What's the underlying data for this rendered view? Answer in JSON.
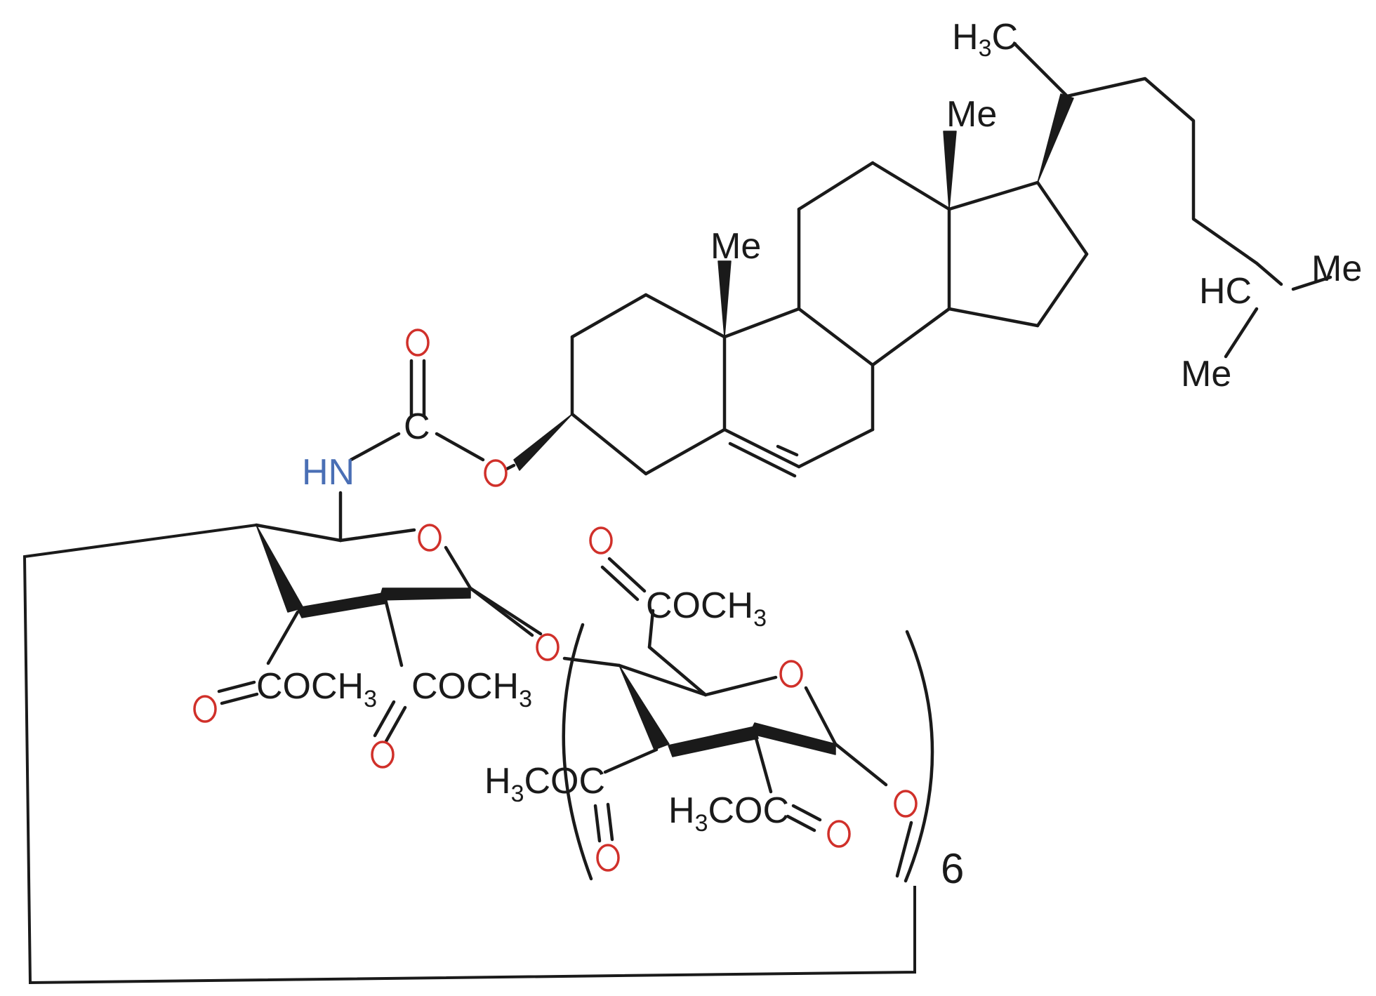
{
  "colors": {
    "bond": "#1a1a1a",
    "oxygen": "#d0302a",
    "nitrogen": "#4a6fb5"
  },
  "labels": {
    "h3c_top": "H",
    "h3c_top_sub": "3",
    "h3c_top_tail": "C",
    "me_c13": "Me",
    "me_c10": "Me",
    "hc": "HC",
    "me_iso1": "Me",
    "me_iso2": "Me",
    "carbamate_c": "C",
    "hn": "HN",
    "acetyl1": "COCH",
    "acetyl1_sub": "3",
    "acetyl2": "COCH",
    "acetyl2_sub": "3",
    "acetyl3": "COCH",
    "acetyl3_sub": "3",
    "h3coc_left_pre": "H",
    "h3coc_left_sub": "3",
    "h3coc_left_post": "COC",
    "h3coc_right_pre": "H",
    "h3coc_right_sub": "3",
    "h3coc_right_post": "COC",
    "repeat_count": "6"
  }
}
